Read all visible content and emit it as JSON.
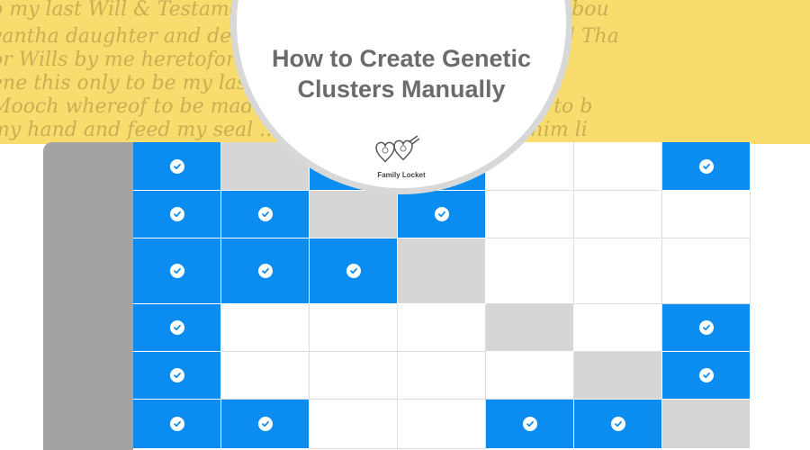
{
  "banner": {
    "script_lines": [
      "o my last Will & Testament ... have in wrd as follow that abou",
      "vantha daughter and delivers ... Mary William Miller deed Tha",
      "or Wills by me heretofore ... Annah Miller thereby and",
      "ene this only to be my last ... woman fetie that he had al",
      "Mooch whereof to be made I ... n Slaves to him and not to b",
      "my hand and feed my seal ... them and for to stick by him li"
    ]
  },
  "title": {
    "line1": "How to Create Genetic",
    "line2": "Clusters Manually"
  },
  "logo": {
    "text": "Family Locket",
    "icon": "heart-locket-icon"
  },
  "colors": {
    "banner": "#f8dc6e",
    "match_cell": "#0a8cf0",
    "diagonal_cell": "#d6d6d6",
    "row_header": "#a3a3a3",
    "title_text": "#6b6b6b"
  },
  "grid": {
    "legend": "c = match (blue, checked), d = diagonal (gray), e = empty (white)",
    "rows": [
      [
        "c",
        "d",
        "c",
        "c",
        "e",
        "e",
        "c"
      ],
      [
        "c",
        "c",
        "d",
        "c",
        "e",
        "e",
        "e"
      ],
      [
        "c",
        "c",
        "c",
        "d",
        "e",
        "e",
        "e"
      ],
      [
        "c",
        "e",
        "e",
        "e",
        "d",
        "e",
        "c"
      ],
      [
        "c",
        "e",
        "e",
        "e",
        "e",
        "d",
        "c"
      ],
      [
        "c",
        "c",
        "e",
        "e",
        "c",
        "c",
        "d"
      ]
    ]
  }
}
